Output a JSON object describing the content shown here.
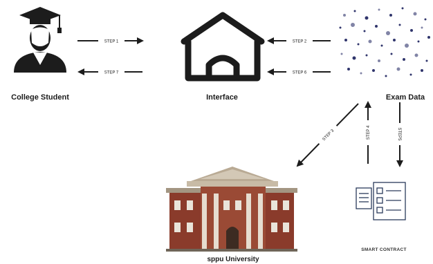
{
  "nodes": {
    "student": {
      "label": "College Student",
      "icon": "graduate-student-icon"
    },
    "interface": {
      "label": "Interface",
      "icon": "house-icon"
    },
    "exam": {
      "label": "Exam Data",
      "icon": "data-dots-icon"
    },
    "university": {
      "label": "sppu University",
      "icon": "university-building-icon"
    },
    "contract": {
      "label": "SMART CONTRACT",
      "icon": "smart-contract-icon"
    }
  },
  "steps": {
    "s1": "STEP 1",
    "s2": "STEP 2",
    "s3": "STEP 3",
    "s4": "STEP 4",
    "s5": "STEP5",
    "s6": "STEP 6",
    "s7": "STEP 7"
  },
  "colors": {
    "ink": "#1c1c1c",
    "brick": "#8a3b2b",
    "roof": "#b9aa94",
    "column": "#e6ddd0",
    "dot": "#1a1f5c"
  }
}
